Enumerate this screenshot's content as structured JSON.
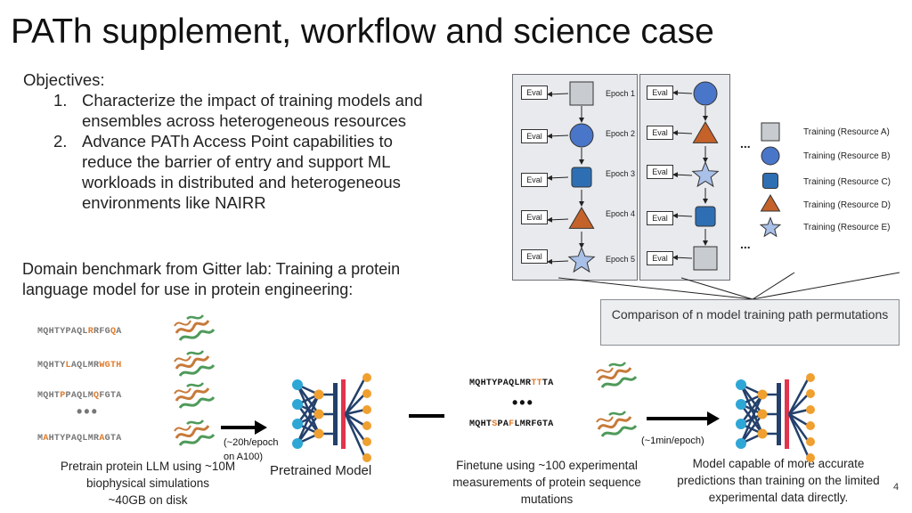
{
  "title": "PATh supplement, workflow and science case",
  "objectives": {
    "heading": "Objectives:",
    "items": [
      {
        "num": "1.",
        "text": "Characterize the impact of training models and ensembles across heterogeneous resources"
      },
      {
        "num": "2.",
        "text": "Advance PATh Access Point capabilities to reduce the barrier of entry and support ML workloads in distributed and heterogeneous environments like NAIRR"
      }
    ]
  },
  "domain_text": "Domain benchmark from Gitter lab: Training a protein language model for use in protein engineering:",
  "sequences": {
    "pretrain": [
      {
        "parts": [
          {
            "t": "MQHTYPAQL"
          },
          {
            "t": "R",
            "hl": "#e07b2a"
          },
          {
            "t": "RFG"
          },
          {
            "t": "Q",
            "hl": "#e07b2a"
          },
          {
            "t": "A"
          }
        ]
      },
      {
        "parts": [
          {
            "t": "MQHTY"
          },
          {
            "t": "L",
            "hl": "#e07b2a"
          },
          {
            "t": "AQLMR"
          },
          {
            "t": "WGTH",
            "hl": "#e07b2a"
          }
        ]
      },
      {
        "parts": [
          {
            "t": "MQHT"
          },
          {
            "t": "P",
            "hl": "#e07b2a"
          },
          {
            "t": "PAQLM"
          },
          {
            "t": "Q",
            "hl": "#e07b2a"
          },
          {
            "t": "FGTA"
          }
        ]
      },
      {
        "parts": [
          {
            "t": "M"
          },
          {
            "t": "A",
            "hl": "#e07b2a"
          },
          {
            "t": "HTYPAQLMR"
          },
          {
            "t": "A",
            "hl": "#e07b2a"
          },
          {
            "t": "GTA"
          }
        ]
      }
    ],
    "finetune": [
      {
        "parts": [
          {
            "t": "MQHTYPAQLMR"
          },
          {
            "t": "TT",
            "hl": "#e07b2a"
          },
          {
            "t": "TA"
          }
        ]
      },
      {
        "parts": [
          {
            "t": "MQHT"
          },
          {
            "t": "S",
            "hl": "#e07b2a"
          },
          {
            "t": "PA"
          },
          {
            "t": "F",
            "hl": "#e07b2a"
          },
          {
            "t": "LMRFGTA"
          }
        ]
      }
    ],
    "ellipsis": "•••",
    "ellipsis_dark": "•••"
  },
  "pretrain_caption": "Pretrain protein LLM using ~10M biophysical simulations\n~40GB on disk",
  "pretrain_time": "(~20h/epoch\non A100)",
  "pretrained_model_label": "Pretrained Model",
  "finetune_caption": "Finetune using ~100 experimental measurements of protein sequence mutations",
  "finetune_time": "(~1min/epoch)",
  "final_caption": "Model capable of more accurate predictions than training on the limited experimental data directly.",
  "eval_label": "Eval",
  "path1": {
    "epochs": [
      "Epoch 1",
      "Epoch 2",
      "Epoch 3",
      "Epoch 4",
      "Epoch 5"
    ],
    "shapes": [
      "square",
      "circle",
      "rsquare",
      "triangle",
      "star"
    ]
  },
  "path2": {
    "shapes": [
      "circle",
      "triangle",
      "star",
      "rsquare",
      "square"
    ]
  },
  "legend": {
    "items": [
      {
        "shape": "square",
        "label": "Training (Resource A)"
      },
      {
        "shape": "circle",
        "label": "Training (Resource B)"
      },
      {
        "shape": "rsquare",
        "label": "Training (Resource C)"
      },
      {
        "shape": "triangle",
        "label": "Training (Resource D)"
      },
      {
        "shape": "star",
        "label": "Training (Resource E)"
      }
    ],
    "ellipsis": "..."
  },
  "comparison_text": "Comparison of n model training path permutations",
  "page_number": "4",
  "colors": {
    "square": "#c8ccd0",
    "circle": "#4a76c9",
    "rsquare": "#2e6fb3",
    "triangle": "#c4622a",
    "star": "#a9c0e8",
    "highlight": "#e07b2a",
    "node_blue": "#2ea7d6",
    "node_orange": "#f0a030",
    "node_navy": "#23406b",
    "bar_red": "#e2344c"
  }
}
